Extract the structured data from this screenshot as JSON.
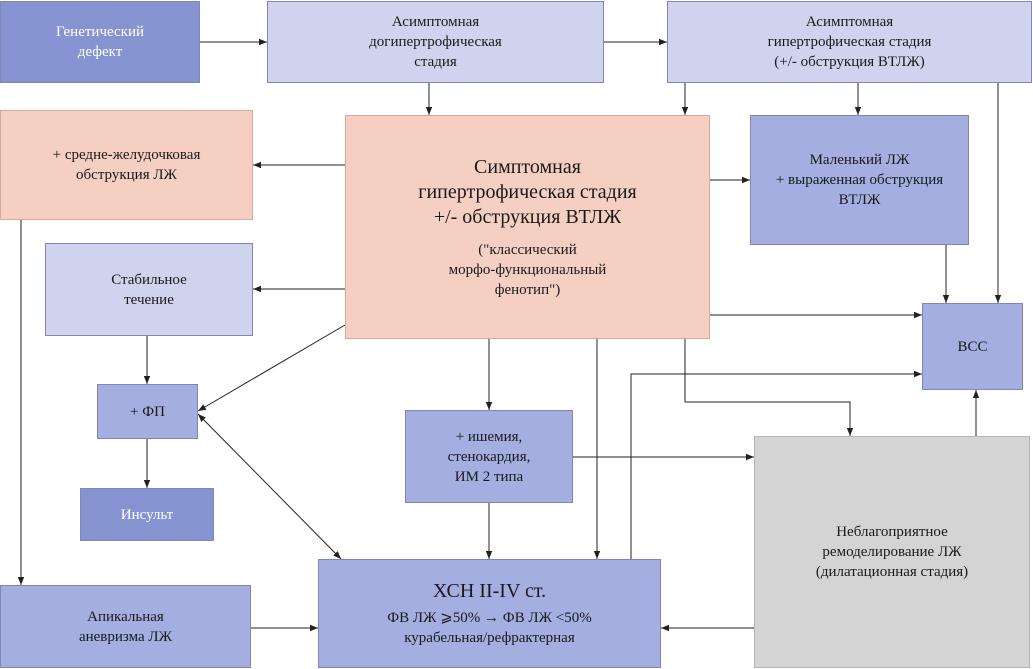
{
  "boxes": {
    "genetic_defect": {
      "lines": [
        "Генетический",
        "дефект"
      ]
    },
    "asymptomatic_prehypertrophic": {
      "lines": [
        "Асимптомная",
        "догипертрофическая",
        "стадия"
      ]
    },
    "asymptomatic_hypertrophic": {
      "lines": [
        "Асимптомная",
        "гипертрофическая стадия",
        "(+/- обструкция ВТЛЖ)"
      ]
    },
    "midventricular_obstruction": {
      "lines": [
        "+ средне-желудочковая",
        "обструкция ЛЖ"
      ]
    },
    "symptomatic_hypertrophic": {
      "title_lines": [
        "Симптомная",
        "гипертрофическая стадия",
        "+/- обструкция ВТЛЖ"
      ],
      "note_lines": [
        "(\"классический",
        "морфо-функциональный",
        "фенотип\")"
      ]
    },
    "small_lv": {
      "lines": [
        "Маленький ЛЖ",
        "+ выраженная обструкция",
        "ВТЛЖ"
      ]
    },
    "stable_course": {
      "lines": [
        "Стабильное",
        "течение"
      ]
    },
    "scd": {
      "lines": [
        "ВСС"
      ]
    },
    "af": {
      "lines": [
        "+ ФП"
      ]
    },
    "ischemia": {
      "lines": [
        "+ ишемия,",
        "стенокардия,",
        "ИМ 2 типа"
      ]
    },
    "stroke": {
      "lines": [
        "Инсульт"
      ]
    },
    "adverse_remodeling": {
      "lines": [
        "Неблагоприятное",
        "ремоделирование ЛЖ",
        "(дилатационная стадия)"
      ]
    },
    "apical_aneurysm": {
      "lines": [
        "Апикальная",
        "аневризма ЛЖ"
      ]
    },
    "chf": {
      "title": "ХСН II-IV ст.",
      "lines": [
        "ФВ ЛЖ ⩾50% → ФВ ЛЖ <50%",
        "курабельная/рефрактерная"
      ]
    }
  },
  "colors": {
    "dark_blue": "#8594d0",
    "light_blue": "#d0d3ee",
    "medium_blue": "#a4aee1",
    "pink": "#f6cfc3",
    "grey": "#d4d4d5",
    "arrow": "#222222"
  }
}
